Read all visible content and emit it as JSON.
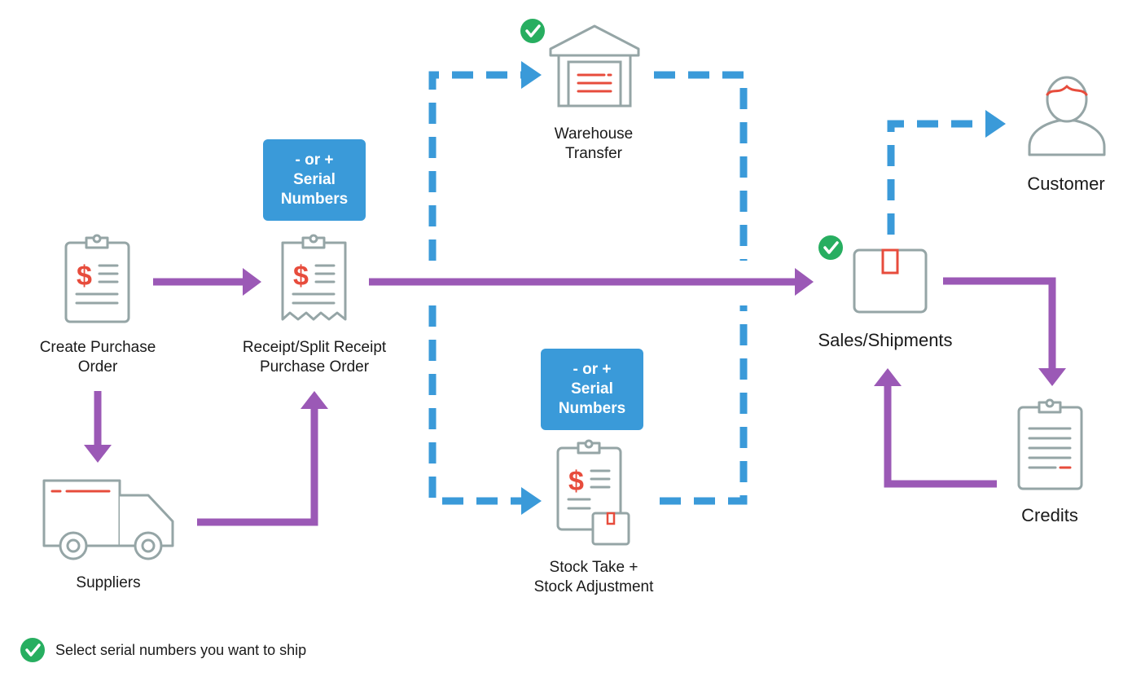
{
  "colors": {
    "purple_flow": "#9b59b6",
    "blue_flow": "#3a9ad9",
    "icon_gray": "#95a5a6",
    "icon_red": "#e74c3c",
    "check_green": "#27ae60",
    "badge_bg": "#3a9ad9"
  },
  "nodes": {
    "create_po": {
      "icon": "clipboard-dollar-icon",
      "line1": "Create Purchase",
      "line2": "Order"
    },
    "receipt_po": {
      "icon": "receipt-dollar-icon",
      "line1": "Receipt/Split Receipt",
      "line2": "Purchase Order"
    },
    "suppliers": {
      "icon": "truck-icon",
      "label": "Suppliers"
    },
    "warehouse": {
      "icon": "warehouse-icon",
      "line1": "Warehouse",
      "line2": "Transfer"
    },
    "stock_take": {
      "icon": "clipboard-box-icon",
      "line1": "Stock Take +",
      "line2": "Stock Adjustment"
    },
    "sales": {
      "icon": "box-icon",
      "label": "Sales/Shipments"
    },
    "customer": {
      "icon": "person-icon",
      "label": "Customer"
    },
    "credits": {
      "icon": "credits-document-icon",
      "label": "Credits"
    }
  },
  "badges": {
    "receipt": {
      "line1": "- or +",
      "line2": "Serial",
      "line3": "Numbers"
    },
    "stock": {
      "line1": "- or +",
      "line2": "Serial",
      "line3": "Numbers"
    }
  },
  "legend": {
    "icon": "check-circle-icon",
    "text": "Select serial numbers you want to ship"
  }
}
